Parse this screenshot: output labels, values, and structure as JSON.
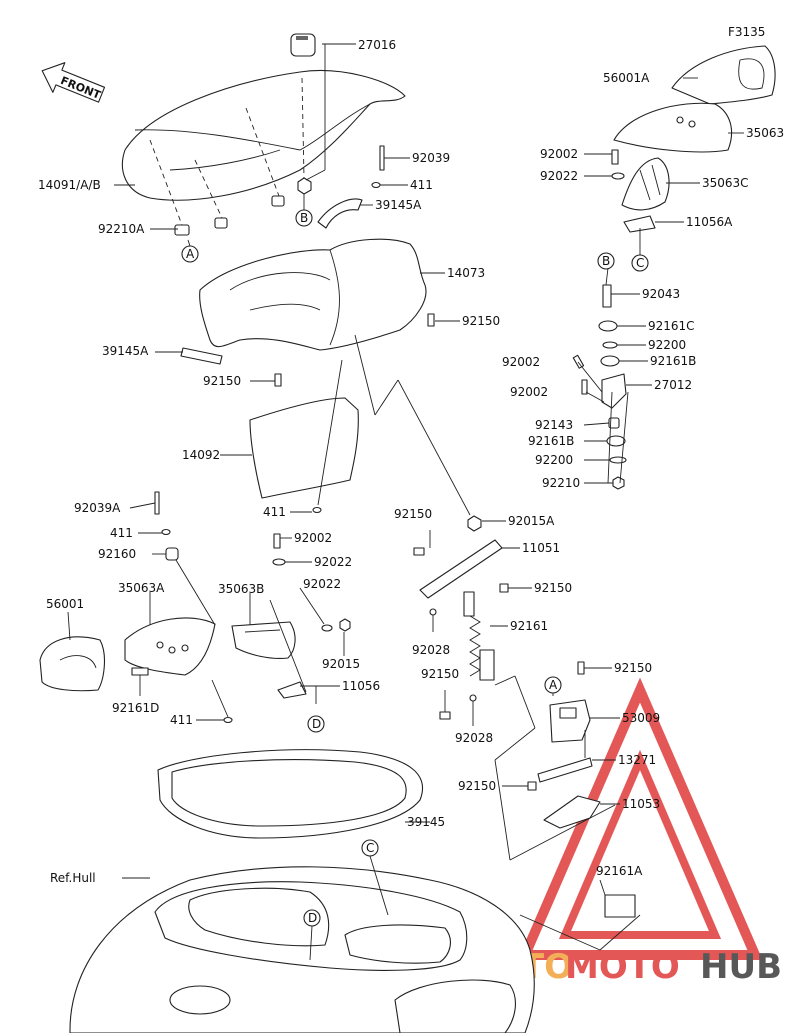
{
  "figure_code": "F3135",
  "front_label": "FRONT",
  "watermark": {
    "auto": "AUTO",
    "moto": "MOTO",
    "hub": "HUB",
    "color_red": "#e03a3a",
    "color_orange": "#f2a23a",
    "color_dark": "#3c3c3c"
  },
  "markers": [
    "A",
    "B",
    "C",
    "D"
  ],
  "parts": [
    "27016",
    "14091/A/B",
    "92039",
    "411",
    "39145A",
    "92210A",
    "14073",
    "92150",
    "39145A",
    "92150",
    "14092",
    "411",
    "56001A",
    "35063",
    "92002",
    "92022",
    "35063C",
    "11056A",
    "92043",
    "92161C",
    "92200",
    "92002",
    "92161B",
    "92002",
    "27012",
    "92143",
    "92161B",
    "92200",
    "92210",
    "92039A",
    "411",
    "92002",
    "92160",
    "92022",
    "35063A",
    "35063B",
    "92022",
    "56001",
    "92015",
    "11056",
    "92161D",
    "411",
    "92150",
    "92015A",
    "11051",
    "92150",
    "92028",
    "92161",
    "92150",
    "92028",
    "92150",
    "53009",
    "92150",
    "13271",
    "11053",
    "39145",
    "Ref.Hull",
    "92161A"
  ]
}
